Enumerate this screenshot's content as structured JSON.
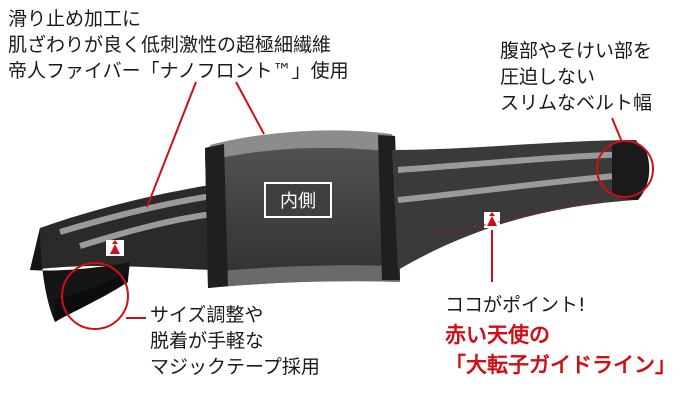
{
  "notes": {
    "fabric": {
      "lines": [
        "滑り止め加工に",
        "肌ざわりが良く低刺激性の超極細繊維",
        "帝人ファイバー「ナノフロント™」使用"
      ]
    },
    "slim": {
      "lines": [
        "腹部やそけい部を",
        "圧迫しない",
        "スリムなベルト幅"
      ]
    },
    "velcro": {
      "lines": [
        "サイズ調整や",
        "脱着が手軽な",
        "マジックテープ採用"
      ]
    },
    "point": {
      "lead": "ココがポイント!",
      "highlight_1": "赤い天使の",
      "highlight_2": "「大転子ガイドライン」"
    }
  },
  "belt": {
    "inner_label": "内側"
  },
  "colors": {
    "belt_body": "#454545",
    "belt_dark": "#1e1e1e",
    "stripe": "#9a9a9a",
    "accent_red": "#cf0f16",
    "text": "#1a1a1a"
  }
}
